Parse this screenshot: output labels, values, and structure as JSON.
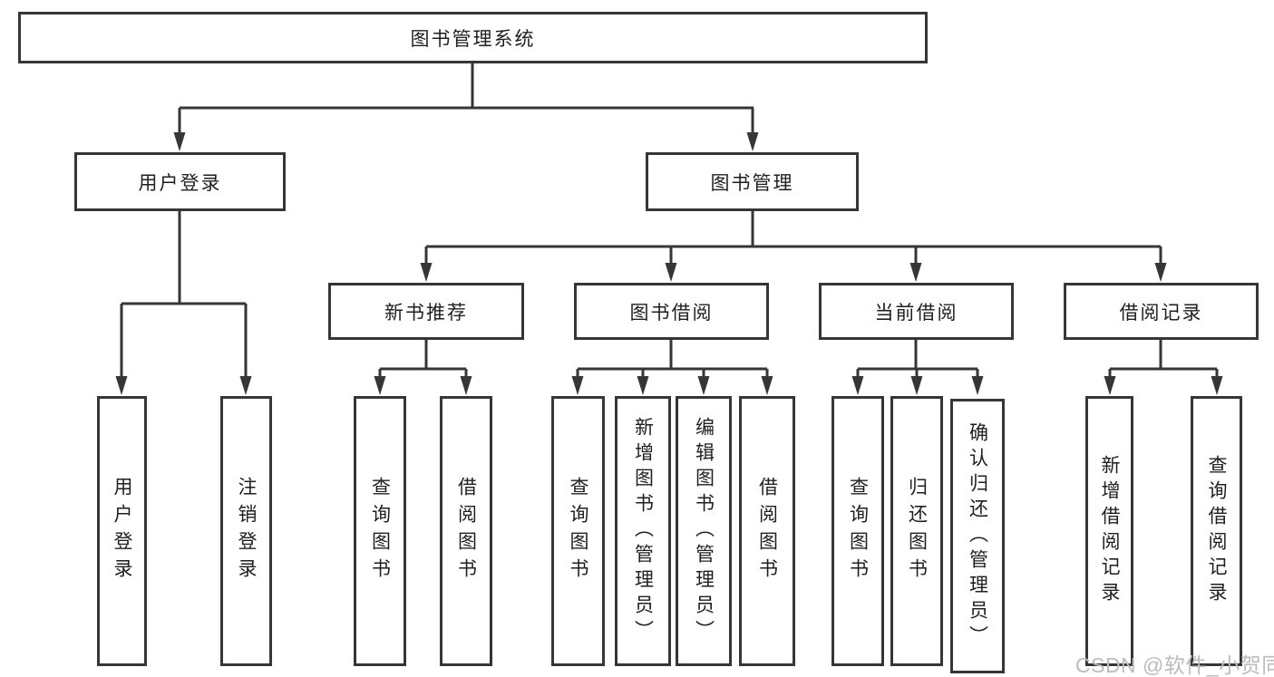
{
  "diagram": {
    "root": "图书管理系统",
    "level2": {
      "user_login": "用户登录",
      "book_mgmt": "图书管理"
    },
    "level3": {
      "new_book_rec": "新书推荐",
      "book_borrow": "图书借阅",
      "current_borrow": "当前借阅",
      "borrow_record": "借阅记录"
    },
    "leaves": {
      "user_login": "用户登录",
      "logout": "注销登录",
      "nbr_query": "查询图书",
      "nbr_borrow": "借阅图书",
      "bb_query": "查询图书",
      "bb_add": "新增图书（管理员）",
      "bb_edit": "编辑图书（管理员）",
      "bb_borrow": "借阅图书",
      "cb_query": "查询图书",
      "cb_return": "归还图书",
      "cb_confirm": "确认归还（管理员）",
      "br_add": "新增借阅记录",
      "br_query": "查询借阅记录"
    }
  },
  "watermark": "CSDN @软件_小贺同学",
  "colors": {
    "line": "#363636",
    "text": "#1f1f1f",
    "watermark": "#bcbcbc",
    "background": "#ffffff"
  }
}
